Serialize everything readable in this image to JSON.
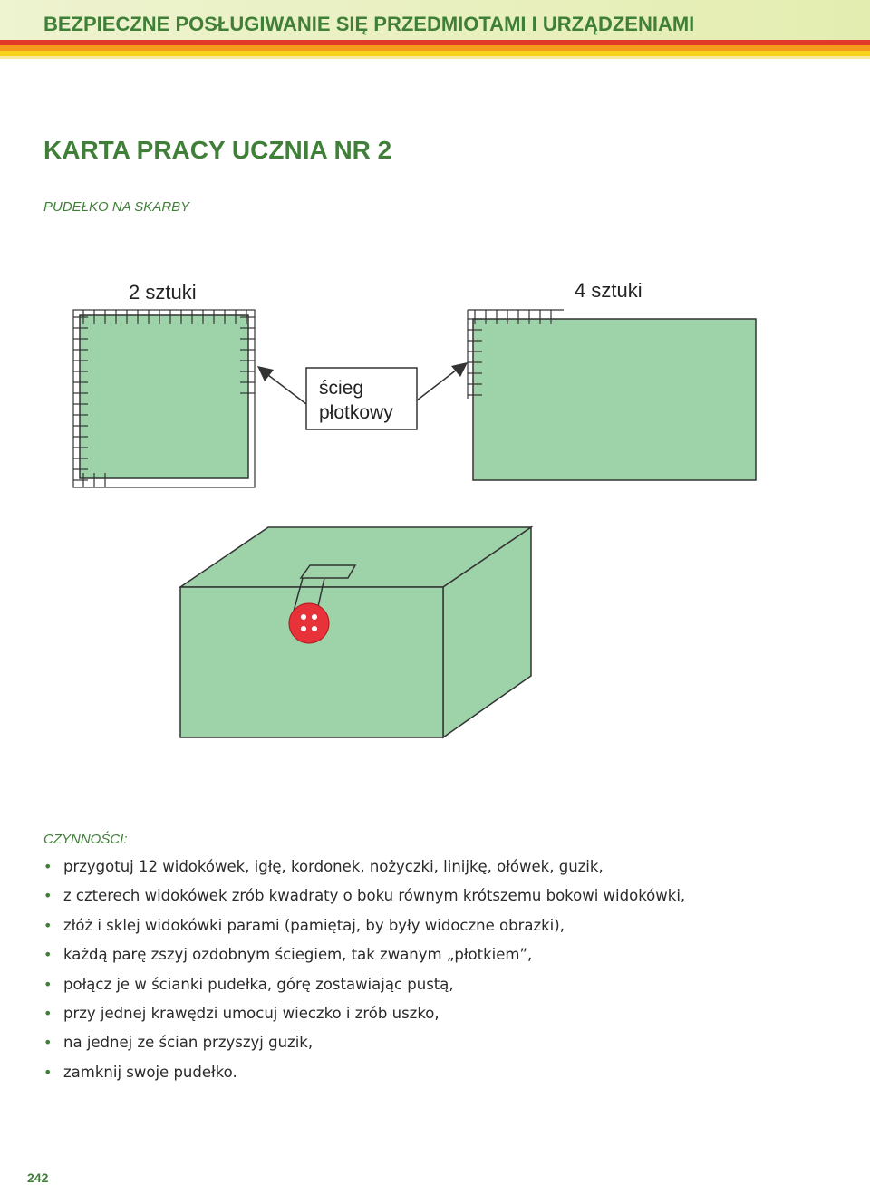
{
  "header": {
    "title": "BEZPIECZNE POSŁUGIWANIE SIĘ PRZEDMIOTAMI I URZĄDZENIAMI"
  },
  "sheet": {
    "title": "KARTA PRACY UCZNIA NR 2",
    "subtitle": "PUDEŁKO NA SKARBY"
  },
  "diagram": {
    "left_count_label": "2 sztuki",
    "right_count_label": "4 sztuki",
    "stitch_label_line1": "ścieg",
    "stitch_label_line2": "płotkowy",
    "fill_color": "#9ed3aa",
    "button_color": "#e8323a"
  },
  "activities": {
    "heading": "CZYNNOŚCI:",
    "bullet": "•",
    "steps": [
      "przygotuj 12 widokówek, igłę, kordonek, nożyczki, linijkę, ołówek, guzik,",
      "z czterech widokówek zrób kwadraty o boku równym krótszemu bokowi widokówki,",
      "złóż i sklej widokówki parami (pamiętaj, by były widoczne obrazki),",
      "każdą parę zszyj ozdobnym ściegiem, tak zwanym „płotkiem”,",
      "połącz je w ścianki pudełka, górę zostawiając pustą,",
      "przy jednej krawędzi umocuj wieczko i zrób uszko,",
      "na jednej ze ścian przyszyj guzik,",
      "zamknij swoje pudełko."
    ]
  },
  "page": {
    "number": "242"
  },
  "colors": {
    "accent_green": "#3f7f37",
    "band_red": "#e23a2a",
    "band_orange": "#f49a1c",
    "band_yellow": "#f6d21e",
    "band_light": "#dfe9a0"
  }
}
